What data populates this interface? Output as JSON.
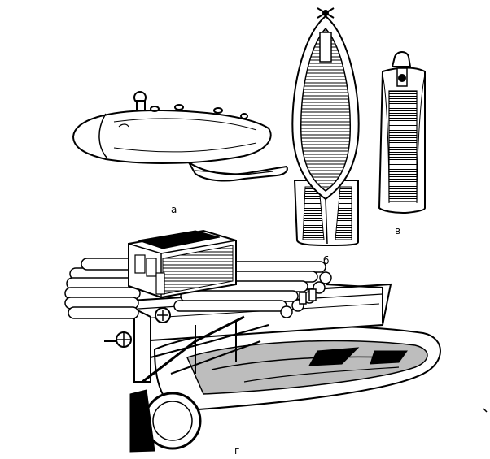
{
  "figure": {
    "labels": {
      "a": "а",
      "b": "б",
      "v": "в",
      "g": "г"
    },
    "colors": {
      "ink": "#000000",
      "paper": "#ffffff",
      "mid_gray": "#bdbdbd"
    }
  }
}
